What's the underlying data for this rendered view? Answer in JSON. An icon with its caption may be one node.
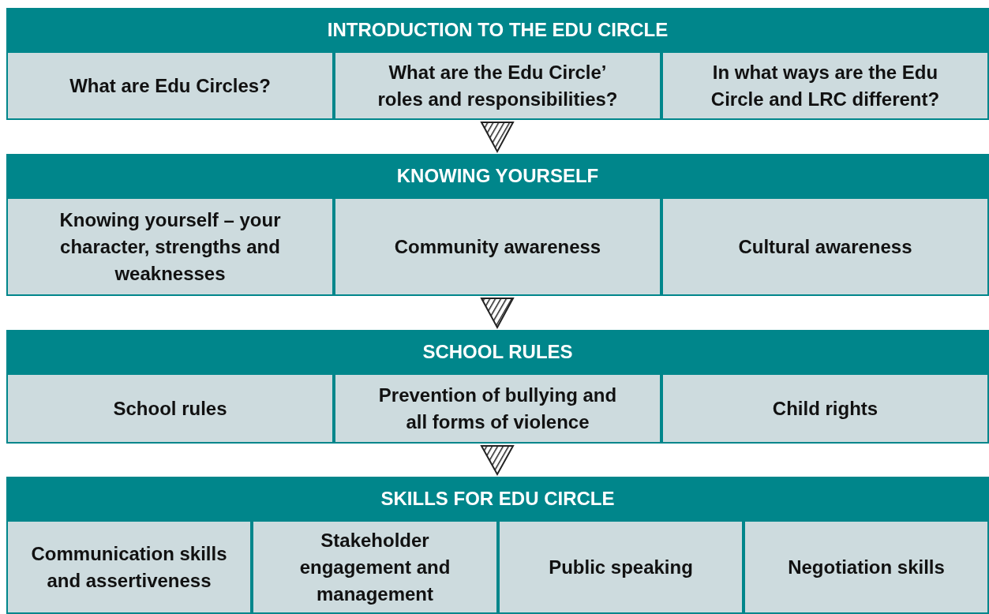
{
  "diagram": {
    "nodes": [
      {
        "text": [
          "INTRODUCTION TO THE EDU CIRCLE"
        ]
      },
      {
        "text": [
          "What are Edu Circles?"
        ],
        "in": 0
      },
      {
        "text": [
          "What are the Edu Circle’ roles and responsibilities?"
        ],
        "in": 0
      },
      {
        "text": [
          "In what ways are the Edu Circle and LRC different?"
        ],
        "in": 0
      },
      {
        "text": [
          "KNOWING YOURSELF"
        ]
      },
      {
        "text": [
          "Knowing yourself – your character, strengths and weaknesses"
        ],
        "in": 4
      },
      {
        "text": [
          "Community awareness"
        ],
        "in": 4
      },
      {
        "text": [
          "Cultural awareness"
        ],
        "in": 4
      },
      {
        "text": [
          "SCHOOL RULES"
        ]
      },
      {
        "text": [
          "School rules"
        ],
        "in": 8
      },
      {
        "text": [
          "Prevention of bullying and all forms of violence"
        ],
        "in": 8
      },
      {
        "text": [
          "Child rights"
        ],
        "in": 8
      },
      {
        "text": [
          "SKILLS FOR EDU CIRCLE"
        ]
      },
      {
        "text": [
          "Communication skills and assertiveness"
        ],
        "in": 12
      },
      {
        "text": [
          "Stakeholder engagement and management"
        ],
        "in": 12
      },
      {
        "text": [
          "Public speaking"
        ],
        "in": 12
      },
      {
        "text": [
          "Negotiation skills"
        ],
        "in": 12
      }
    ],
    "edges": [
      {
        "from": 0,
        "to": 4,
        "arrow": "to"
      },
      {
        "from": 4,
        "to": 8,
        "arrow": "to"
      },
      {
        "from": 8,
        "to": 12,
        "arrow": "to"
      }
    ]
  }
}
